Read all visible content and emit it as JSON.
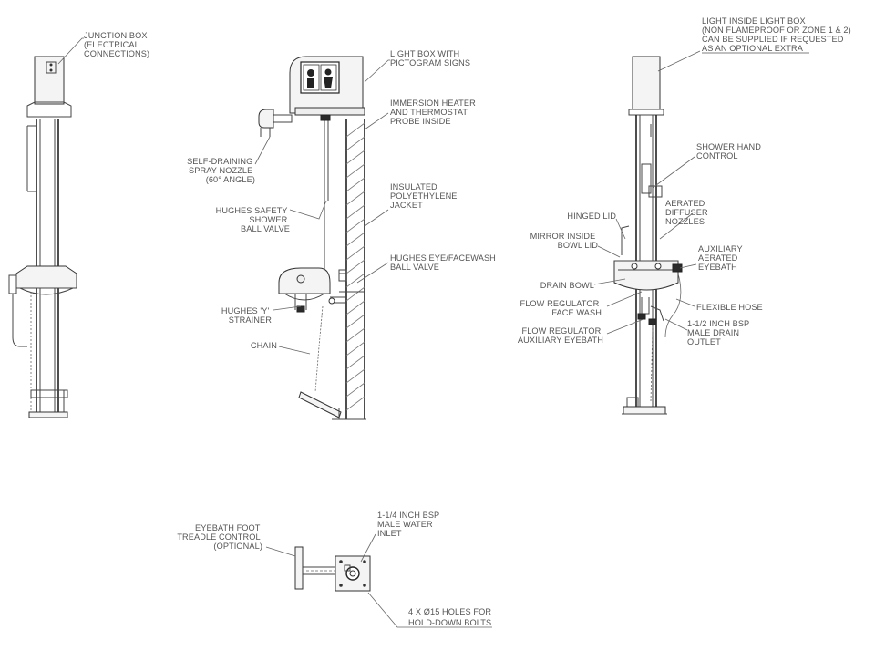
{
  "labels": {
    "junction_box": [
      "JUNCTION BOX",
      "(ELECTRICAL",
      "CONNECTIONS)"
    ],
    "light_box": [
      "LIGHT BOX WITH",
      "PICTOGRAM SIGNS"
    ],
    "immersion_heater": [
      "IMMERSION HEATER",
      "AND THERMOSTAT",
      "PROBE INSIDE"
    ],
    "spray_nozzle": [
      "SELF-DRAINING",
      "SPRAY NOZZLE",
      "(60° ANGLE)"
    ],
    "insulated_jacket": [
      "INSULATED",
      "POLYETHYLENE",
      "JACKET"
    ],
    "shower_valve": [
      "HUGHES SAFETY",
      "SHOWER",
      "BALL VALVE"
    ],
    "eyewash_valve": [
      "HUGHES EYE/FACEWASH",
      "BALL VALVE"
    ],
    "y_strainer": [
      "HUGHES 'Y'",
      "STRAINER"
    ],
    "chain": [
      "CHAIN"
    ],
    "light_inside": [
      "LIGHT INSIDE LIGHT BOX",
      "(NON FLAMEPROOF OR ZONE 1 & 2)",
      "CAN BE SUPPLIED IF REQUESTED",
      "AS AN OPTIONAL EXTRA"
    ],
    "shower_hand_control": [
      "SHOWER HAND",
      "CONTROL"
    ],
    "hinged_lid": [
      "HINGED LID"
    ],
    "aerated_nozzles": [
      "AERATED",
      "DIFFUSER",
      "NOZZLES"
    ],
    "mirror_lid": [
      "MIRROR INSIDE",
      "BOWL LID"
    ],
    "aux_eyebath": [
      "AUXILIARY",
      "AERATED",
      "EYEBATH"
    ],
    "drain_bowl": [
      "DRAIN BOWL"
    ],
    "flexible_hose": [
      "FLEXIBLE HOSE"
    ],
    "flow_reg_face": [
      "FLOW REGULATOR",
      "FACE WASH"
    ],
    "drain_outlet": [
      "1-1/2 INCH BSP",
      "MALE DRAIN",
      "OUTLET"
    ],
    "flow_reg_aux": [
      "FLOW REGULATOR",
      "AUXILIARY EYEBATH"
    ],
    "foot_treadle": [
      "EYEBATH FOOT",
      "TREADLE CONTROL",
      "(OPTIONAL)"
    ],
    "water_inlet": [
      "1-1/4 INCH BSP",
      "MALE WATER",
      "INLET"
    ],
    "holes": [
      "4 X Ø15 HOLES FOR",
      "HOLD-DOWN BOLTS"
    ]
  }
}
